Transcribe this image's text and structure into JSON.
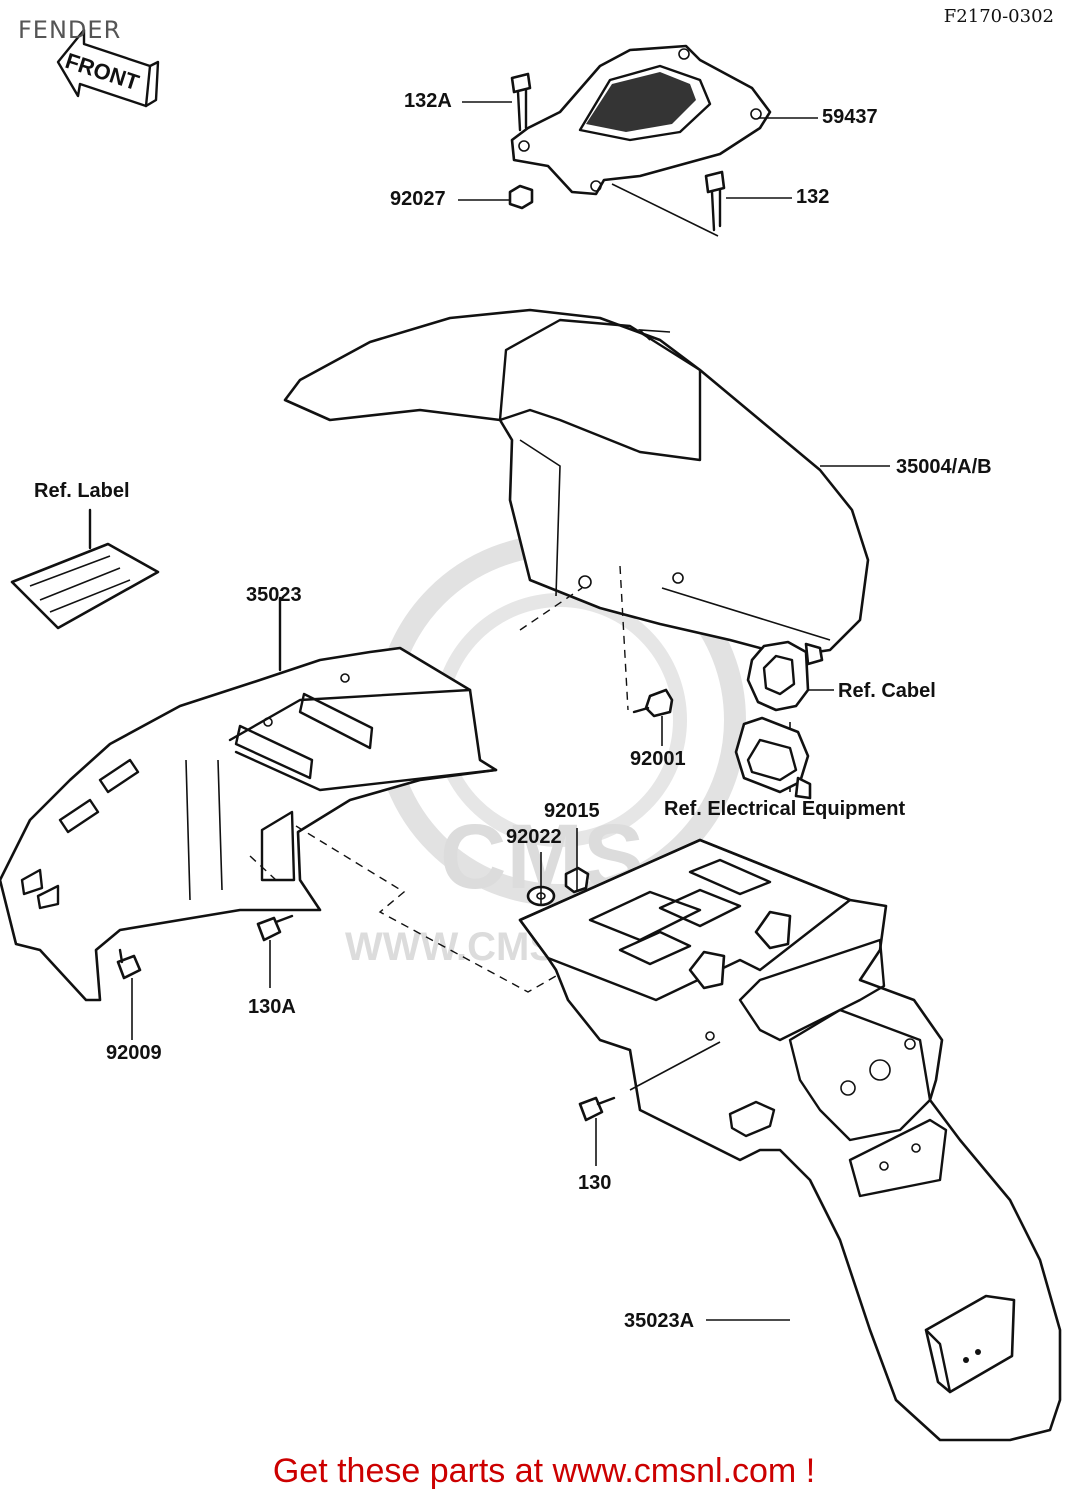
{
  "header": {
    "title": "FENDER",
    "diagram_code": "F2170-0302",
    "front_arrow_text": "FRONT"
  },
  "callouts": {
    "c132A": "132A",
    "c59437": "59437",
    "c92027": "92027",
    "c132": "132",
    "c35004": "35004/A/B",
    "ref_label": "Ref. Label",
    "c35023": "35023",
    "ref_cabel": "Ref. Cabel",
    "c92001": "92001",
    "ref_electrical": "Ref. Electrical Equipment",
    "c92015": "92015",
    "c92022": "92022",
    "c130A": "130A",
    "c92009": "92009",
    "c130": "130",
    "c35023A": "35023A"
  },
  "watermark": {
    "brand": "CMS",
    "url": "WWW.CMSNL.COM"
  },
  "footer": {
    "promo": "Get these parts at www.cmsnl.com !"
  },
  "colors": {
    "promo": "#cc0000",
    "lines": "#111111",
    "watermark": "#dcdcdc"
  }
}
